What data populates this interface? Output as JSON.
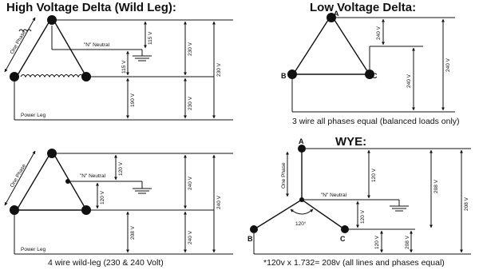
{
  "panels": {
    "hv_delta": {
      "title": "High Voltage Delta (Wild Leg):",
      "one_phase": "One Phase",
      "neutral": "\"N\" Neutral",
      "v_115a": "115 V",
      "v_115b": "115 V",
      "v_230a": "230 V",
      "v_230b": "230 V",
      "v_230c": "230 V",
      "v_190": "190 V",
      "power_leg": "Power Leg"
    },
    "lv_delta": {
      "title": "Low Voltage Delta:",
      "node_a": "A",
      "node_b": "B",
      "node_c": "C",
      "v_240a": "240 V",
      "v_240b": "240 V",
      "v_240c": "240 V",
      "caption": "3 wire all phases equal (balanced loads only)"
    },
    "wild_leg": {
      "one_phase": "One Phase",
      "neutral": "\"N\" Neutral",
      "v_120a": "120 V",
      "v_120b": "120 V",
      "v_240a": "240 V",
      "v_240b": "240 V",
      "v_240c": "240 V",
      "v_208": "208 V",
      "power_leg": "Power Leg",
      "caption": "4 wire wild-leg (230 & 240 Volt)"
    },
    "wye": {
      "title": "WYE:",
      "node_a": "A",
      "node_b": "B",
      "node_c": "C",
      "one_phase": "One Phase",
      "neutral": "\"N\" Neutral",
      "angle": "120°",
      "v_120a": "120 V",
      "v_120b": "120 V",
      "v_120c": "120 V",
      "v_208a": "208 V",
      "v_208b": "208 V",
      "v_208c": "208 V",
      "caption": "*120v x 1.732= 208v (all lines and phases equal)"
    }
  }
}
